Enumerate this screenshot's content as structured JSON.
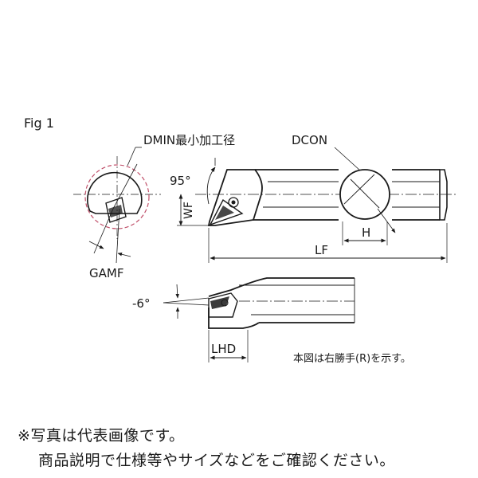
{
  "figure": {
    "fig_label": "Fig 1",
    "labels": {
      "dmin": "DMIN最小加工径",
      "dcon": "DCON",
      "angle_95": "95°",
      "wf": "WF",
      "h": "H",
      "gamf": "GAMF",
      "lf": "LF",
      "angle_neg6": "-6°",
      "lhd": "LHD",
      "right_hand_note": "本図は右勝手(R)を示す。"
    }
  },
  "disclaimer": {
    "line1": "※写真は代表画像です。",
    "line2": "商品説明で仕様等やサイズなどをご確認ください。"
  },
  "colors": {
    "line": "#1a1a1a",
    "accent_dashed": "#c0506a",
    "background": "#ffffff"
  }
}
